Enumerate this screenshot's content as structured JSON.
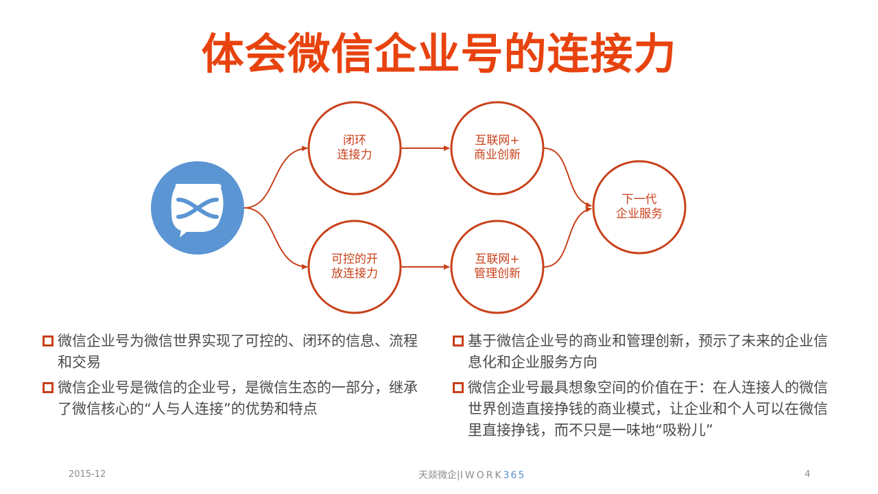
{
  "title": "体会微信企业号的连接力",
  "diagram": {
    "logo_icon": "wechat-work-bubble-icon",
    "colors": {
      "circle_border": "#C8401A",
      "label": "#C8401A",
      "logo_fill": "#5B95D3"
    },
    "nodes": {
      "closed_loop": [
        "闭环",
        "连接力"
      ],
      "open_control": [
        "可控的开",
        "放连接力"
      ],
      "biz_innovation": [
        "互联网+",
        "商业创新"
      ],
      "mgmt_innovation": [
        "互联网+",
        "管理创新"
      ],
      "next_gen": [
        "下一代",
        "企业服务"
      ]
    }
  },
  "bullets_left": [
    "微信企业号为微信世界实现了可控的、闭环的信息、流程和交易",
    "微信企业号是微信的企业号，是微信生态的一部分，继承了微信核心的“人与人连接”的优势和特点"
  ],
  "bullets_right": [
    "基于微信企业号的商业和管理创新，预示了未来的企业信息化和企业服务方向",
    "微信企业号最具想象空间的价值在于：在人连接人的微信世界创造直接挣钱的商业模式，让企业和个人可以在微信里直接挣钱，而不只是一味地“吸粉儿”"
  ],
  "footer": {
    "date": "2015-12",
    "brand_cn": "天燚微企",
    "brand_sep": "|",
    "brand_en_iwork": "IWORK",
    "brand_en_365": "365",
    "page": "4"
  }
}
